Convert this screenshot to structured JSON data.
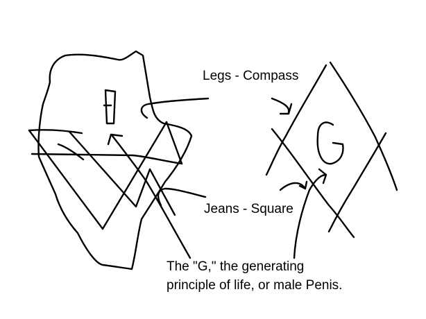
{
  "labels": {
    "legs_compass": "Legs - Compass",
    "jeans_square": "Jeans - Square",
    "g_caption_line1": "The \"G,\" the generating",
    "g_caption_line2": "principle of life, or male Penis."
  },
  "colors": {
    "ink": "#000000",
    "background": "#ffffff"
  }
}
